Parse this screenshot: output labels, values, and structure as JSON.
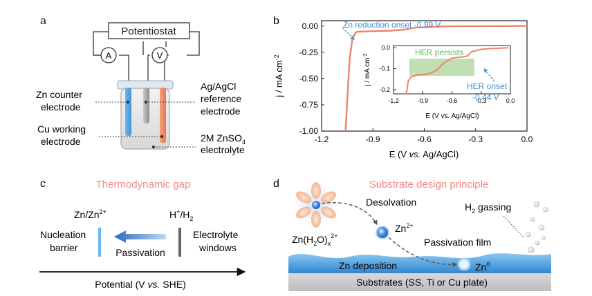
{
  "panel_a": {
    "label": "a",
    "potentiostat": "Potentiostat",
    "ammeter": "A",
    "voltmeter": "V",
    "counter_line1": "Zn counter",
    "counter_line2": "electrode",
    "working_line1": "Cu working",
    "working_line2": "electrode",
    "reference_line1": "Ag/AgCl",
    "reference_line2": "reference",
    "reference_line3": "electrode",
    "electrolyte_line1": "2M ZnSO",
    "electrolyte_sub": "4",
    "electrolyte_line2": "electrolyte"
  },
  "panel_b": {
    "label": "b",
    "ylabel": "j / mA cm",
    "ylabel_sup": "-2",
    "xlabel_pre": "E (V ",
    "xlabel_vs": "vs.",
    "xlabel_post": " Ag/AgCl)",
    "zn_onset_label": "Zn reduction onset -0.99 V",
    "inset_ylabel": "j / mA cm",
    "inset_ylabel_sup": "-2",
    "inset_xlabel_pre": "E (V ",
    "inset_xlabel_vs": "vs.",
    "inset_xlabel_post": " Ag/AgCl)",
    "her_persists": "HER persists",
    "her_onset_line1": "HER onset",
    "her_onset_line2": "-0.44 V",
    "colors": {
      "curve": "#f0826a",
      "annotation": "#3b8fd9",
      "her_region": "#b5d9a6",
      "her_text": "#5fb85a"
    }
  },
  "chart_data": [
    {
      "type": "line",
      "xlabel": "E (V vs. Ag/AgCl)",
      "ylabel": "j / mA cm-2",
      "xlim": [
        -1.2,
        0.0
      ],
      "ylim": [
        -1.0,
        0.05
      ],
      "xticks": [
        "-1.2",
        "-0.9",
        "-0.6",
        "-0.3",
        "0.0"
      ],
      "yticks": [
        "0.00",
        "-0.25",
        "-0.50",
        "-0.75",
        "-1.00"
      ],
      "x": [
        -1.06,
        -1.055,
        -1.045,
        -1.035,
        -1.02,
        -1.0,
        -0.99,
        -0.9,
        -0.8,
        -0.72,
        -0.65,
        -0.6,
        -0.55,
        -0.5,
        -0.44,
        -0.3,
        -0.15,
        0.0
      ],
      "y": [
        -1.0,
        -0.85,
        -0.55,
        -0.3,
        -0.12,
        -0.06,
        -0.055,
        -0.05,
        -0.045,
        -0.035,
        -0.015,
        -0.012,
        -0.008,
        -0.005,
        -0.003,
        -0.002,
        -0.001,
        0.0
      ],
      "annotations": [
        "Zn reduction onset -0.99 V"
      ]
    },
    {
      "type": "line",
      "xlabel": "E (V vs. Ag/AgCl)",
      "ylabel": "j / mA cm-2",
      "xlim": [
        -1.2,
        0.0
      ],
      "ylim": [
        -0.22,
        0.01
      ],
      "xticks": [
        "-1.2",
        "-0.9",
        "-0.6",
        "-0.3",
        "0.0"
      ],
      "yticks": [
        "0.0",
        "-0.1",
        "-0.2"
      ],
      "x": [
        -1.07,
        -1.06,
        -1.05,
        -1.02,
        -0.99,
        -0.95,
        -0.9,
        -0.85,
        -0.8,
        -0.75,
        -0.72,
        -0.68,
        -0.64,
        -0.6,
        -0.55,
        -0.5,
        -0.44,
        -0.4,
        -0.3,
        -0.2,
        -0.1,
        -0.02
      ],
      "y": [
        -0.22,
        -0.2,
        -0.16,
        -0.14,
        -0.135,
        -0.13,
        -0.128,
        -0.125,
        -0.118,
        -0.105,
        -0.09,
        -0.072,
        -0.06,
        -0.05,
        -0.047,
        -0.045,
        -0.04,
        -0.02,
        -0.008,
        -0.004,
        -0.002,
        -0.001
      ],
      "annotations": [
        "HER persists",
        "HER onset -0.44 V"
      ]
    }
  ],
  "panel_c": {
    "label": "c",
    "title": "Thermodynamic gap",
    "zn_pair": "Zn/Zn",
    "zn_pair_sup": "2+",
    "h_pair_pre": "H",
    "h_pair_sup": "+",
    "h_pair_mid": "/H",
    "h_pair_sub": "2",
    "nucleation_line1": "Nucleation",
    "nucleation_line2": "barrier",
    "passivation": "Passivation",
    "electrolyte_line1": "Electrolyte",
    "electrolyte_line2": "windows",
    "axis_pre": "Potential (V ",
    "axis_vs": "vs.",
    "axis_post": " SHE)"
  },
  "panel_d": {
    "label": "d",
    "title": "Substrate design principle",
    "desolvation": "Desolvation",
    "h2_pre": "H",
    "h2_sub": "2",
    "h2_post": " gassing",
    "zn_ion": "Zn",
    "zn_ion_sup": "2+",
    "complex_pre": "Zn(H",
    "complex_sub1": "2",
    "complex_mid": "O)",
    "complex_sub2": "x",
    "complex_sup": "2+",
    "passivation_film": "Passivation film",
    "zn_deposition": "Zn deposition",
    "zn0": "Zn",
    "zn0_sup": "0",
    "substrates": "Substrates (SS, Ti or Cu plate)"
  }
}
